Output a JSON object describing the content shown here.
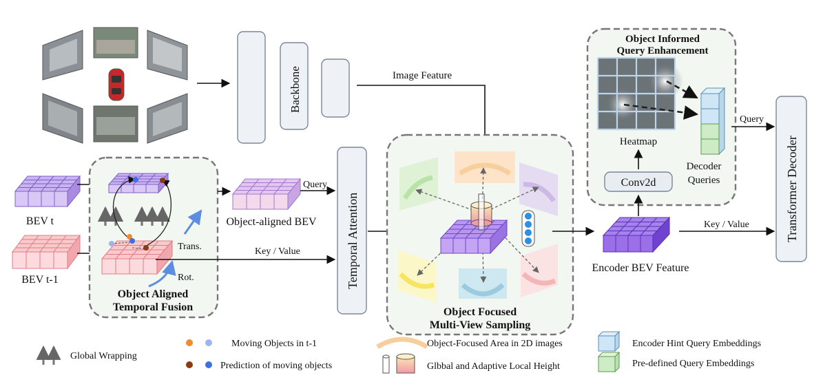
{
  "labels": {
    "backbone": "Backbone",
    "image_feature": "Image Feature",
    "oiqe_title_line1": "Object Informed",
    "oiqe_title_line2": "Query Enhancement",
    "heatmap": "Heatmap",
    "conv2d": "Conv2d",
    "decoder_queries_line1": "Decoder",
    "decoder_queries_line2": "Queries",
    "query_top": "Query",
    "transformer_decoder": "Transformer  Decoder",
    "bev_t": "BEV t",
    "bev_t1": "BEV t-1",
    "query_mid": "Query",
    "object_aligned_bev": "Object-aligned BEV",
    "trans": "Trans.",
    "rot": "Rot.",
    "oatf_line1": "Object Aligned",
    "oatf_line2": "Temporal Fusion",
    "key_value_left": "Key / Value",
    "temporal_attention": "Temporal   Attention",
    "ofmvs_line1": "Object Focused",
    "ofmvs_line2": "Multi-View Sampling",
    "key_value_right": "Key / Value",
    "encoder_bev_feature": "Encoder BEV Feature"
  },
  "legend": {
    "global_wrapping": "Global Wrapping",
    "moving_objects": "Moving Objects in t-1",
    "prediction_moving": "Prediction of moving objects",
    "object_focused_area": "Object-Focused Area in 2D images",
    "height": "Glbbal and Adaptive Local Height",
    "encoder_hint": "Encoder Hint Query Embeddings",
    "predefined": "Pre-defined Query Embeddings"
  },
  "colors": {
    "bev_purple": "#c9b3f0",
    "bev_purple_dark": "#8a64d6",
    "bev_pink": "#f9c9cc",
    "bev_pink_dark": "#e07c84",
    "encoder_bev": "#8d5fe0",
    "box_fill": "#eef1f6",
    "box_stroke": "#7a8797",
    "hint_blue": "#cfe6f7",
    "predef_green": "#cdebc4",
    "orange_dot": "#f08a2e",
    "lightblue_dot": "#9bb6ee",
    "brown_dot": "#8b3a12",
    "blue_dot": "#3f6fe0",
    "group_fill": "#f2f7f1",
    "heatmap_cell": "#6c7377"
  },
  "icons": [
    "car-icon",
    "camera-views",
    "cylinder-icon",
    "sphere-stack-icon",
    "arrow-icon"
  ]
}
